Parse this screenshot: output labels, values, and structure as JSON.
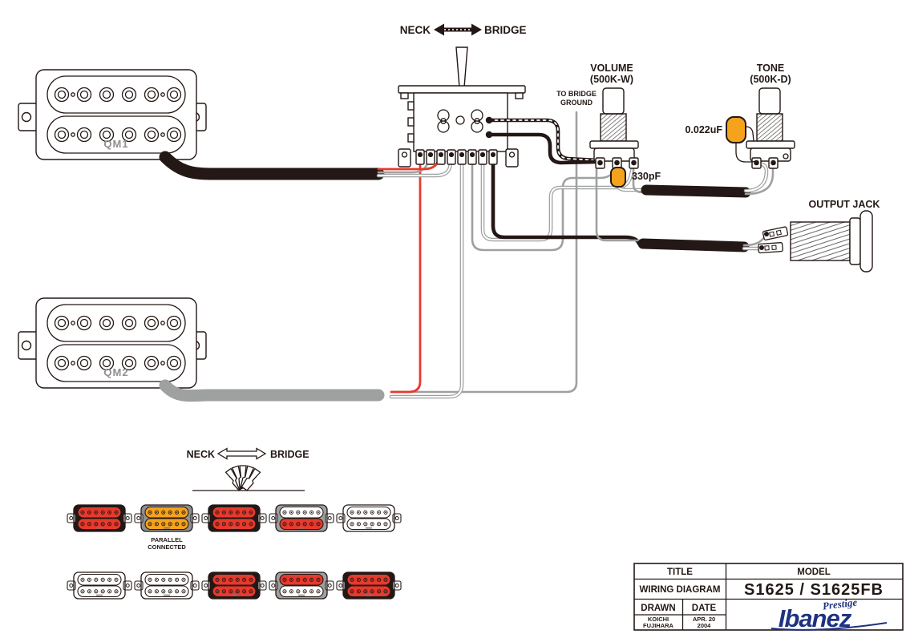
{
  "colors": {
    "red": "#e8392d",
    "orange": "#f5a31c",
    "white": "#ffffff",
    "frame_dark": "#231815",
    "frame_gray": "#9fa0a0",
    "wire_gray": "#9fa0a0",
    "navy": "#1e3282"
  },
  "top_arrow": {
    "neck": "NECK",
    "bridge": "BRIDGE"
  },
  "pickups": {
    "neck_label": "QM1",
    "bridge_label": "QM2"
  },
  "volume": {
    "title": "VOLUME",
    "value": "(500K-W)"
  },
  "tone": {
    "title": "TONE",
    "value": "(500K-D)"
  },
  "caps": {
    "volume_cap": "330pF",
    "tone_cap": "0.022uF"
  },
  "ground_note": {
    "line1": "TO BRIDGE",
    "line2": "GROUND"
  },
  "output_jack_label": "OUTPUT JACK",
  "bottom_selector": {
    "neck": "NECK",
    "bridge": "BRIDGE",
    "parallel_line1": "PARALLEL",
    "parallel_line2": "CONNECTED",
    "rows": [
      {
        "pickups": [
          {
            "frame": "#231815",
            "top": "#e8392d",
            "bottom": "#e8392d"
          },
          {
            "frame": "#8f9090",
            "top": "#f5a31c",
            "bottom": "#f5a31c"
          },
          {
            "frame": "#231815",
            "top": "#e8392d",
            "bottom": "#e8392d"
          },
          {
            "frame": "#9fa0a0",
            "top": "#ffffff",
            "bottom": "#e8392d"
          },
          {
            "frame": "#ffffff",
            "top": "#ffffff",
            "bottom": "#ffffff"
          }
        ]
      },
      {
        "pickups": [
          {
            "frame": "#ffffff",
            "top": "#ffffff",
            "bottom": "#ffffff"
          },
          {
            "frame": "#ffffff",
            "top": "#ffffff",
            "bottom": "#ffffff"
          },
          {
            "frame": "#231815",
            "top": "#e8392d",
            "bottom": "#e8392d"
          },
          {
            "frame": "#9fa0a0",
            "top": "#e8392d",
            "bottom": "#ffffff"
          },
          {
            "frame": "#231815",
            "top": "#e8392d",
            "bottom": "#e8392d"
          }
        ]
      }
    ]
  },
  "title_block": {
    "title_header": "TITLE",
    "title_value": "WIRING DIAGRAM",
    "model_header": "MODEL",
    "model_value": "S1625 / S1625FB",
    "drawn_header": "DRAWN",
    "date_header": "DATE",
    "drawn_value_line1": "KOICHI",
    "drawn_value_line2": "FUJIHARA",
    "date_value_line1": "APR. 20",
    "date_value_line2": "2004",
    "brand": "Ibanez",
    "brand_script": "Prestige"
  }
}
